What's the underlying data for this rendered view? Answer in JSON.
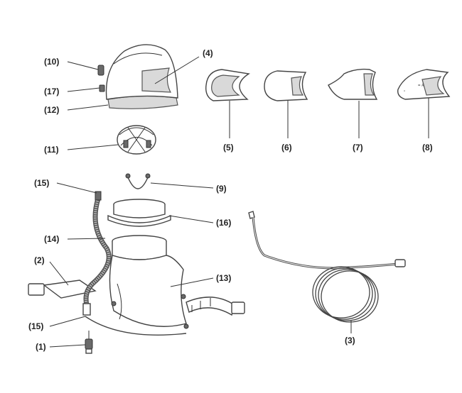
{
  "labels": {
    "p1": "(1)",
    "p2": "(2)",
    "p3": "(3)",
    "p4": "(4)",
    "p5": "(5)",
    "p6": "(6)",
    "p7": "(7)",
    "p8": "(8)",
    "p9": "(9)",
    "p10": "(10)",
    "p11": "(11)",
    "p12": "(12)",
    "p13": "(13)",
    "p14": "(14)",
    "p15a": "(15)",
    "p15b": "(15)",
    "p16": "(16)",
    "p17": "(17)"
  },
  "colors": {
    "line": "#333333",
    "fill": "#ffffff",
    "shade": "#d9d9d9"
  }
}
